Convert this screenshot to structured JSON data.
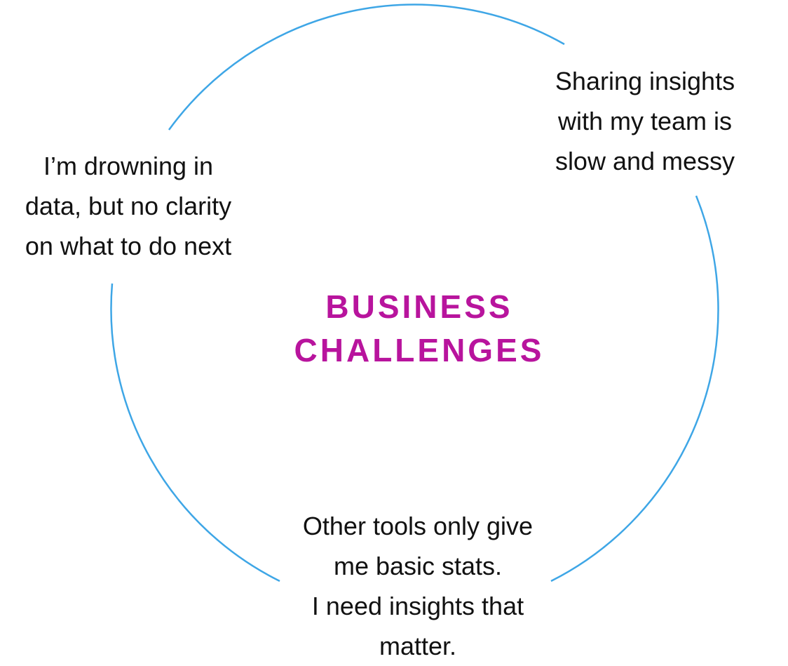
{
  "diagram": {
    "title_lines": [
      "BUSINESS",
      "CHALLENGES"
    ],
    "challenges": [
      {
        "id": "data-clarity",
        "lines": [
          "I’m drowning in",
          "data, but no clarity",
          "on what to do next"
        ]
      },
      {
        "id": "sharing",
        "lines": [
          "Sharing insights",
          "with my team is",
          "slow and messy"
        ]
      },
      {
        "id": "basic-stats",
        "lines": [
          "Other tools only give",
          "me basic stats.",
          "I need insights that",
          "matter."
        ]
      }
    ]
  },
  "colors": {
    "ring": "#3ea6e6",
    "title": "#b8149d",
    "text": "#111111"
  }
}
